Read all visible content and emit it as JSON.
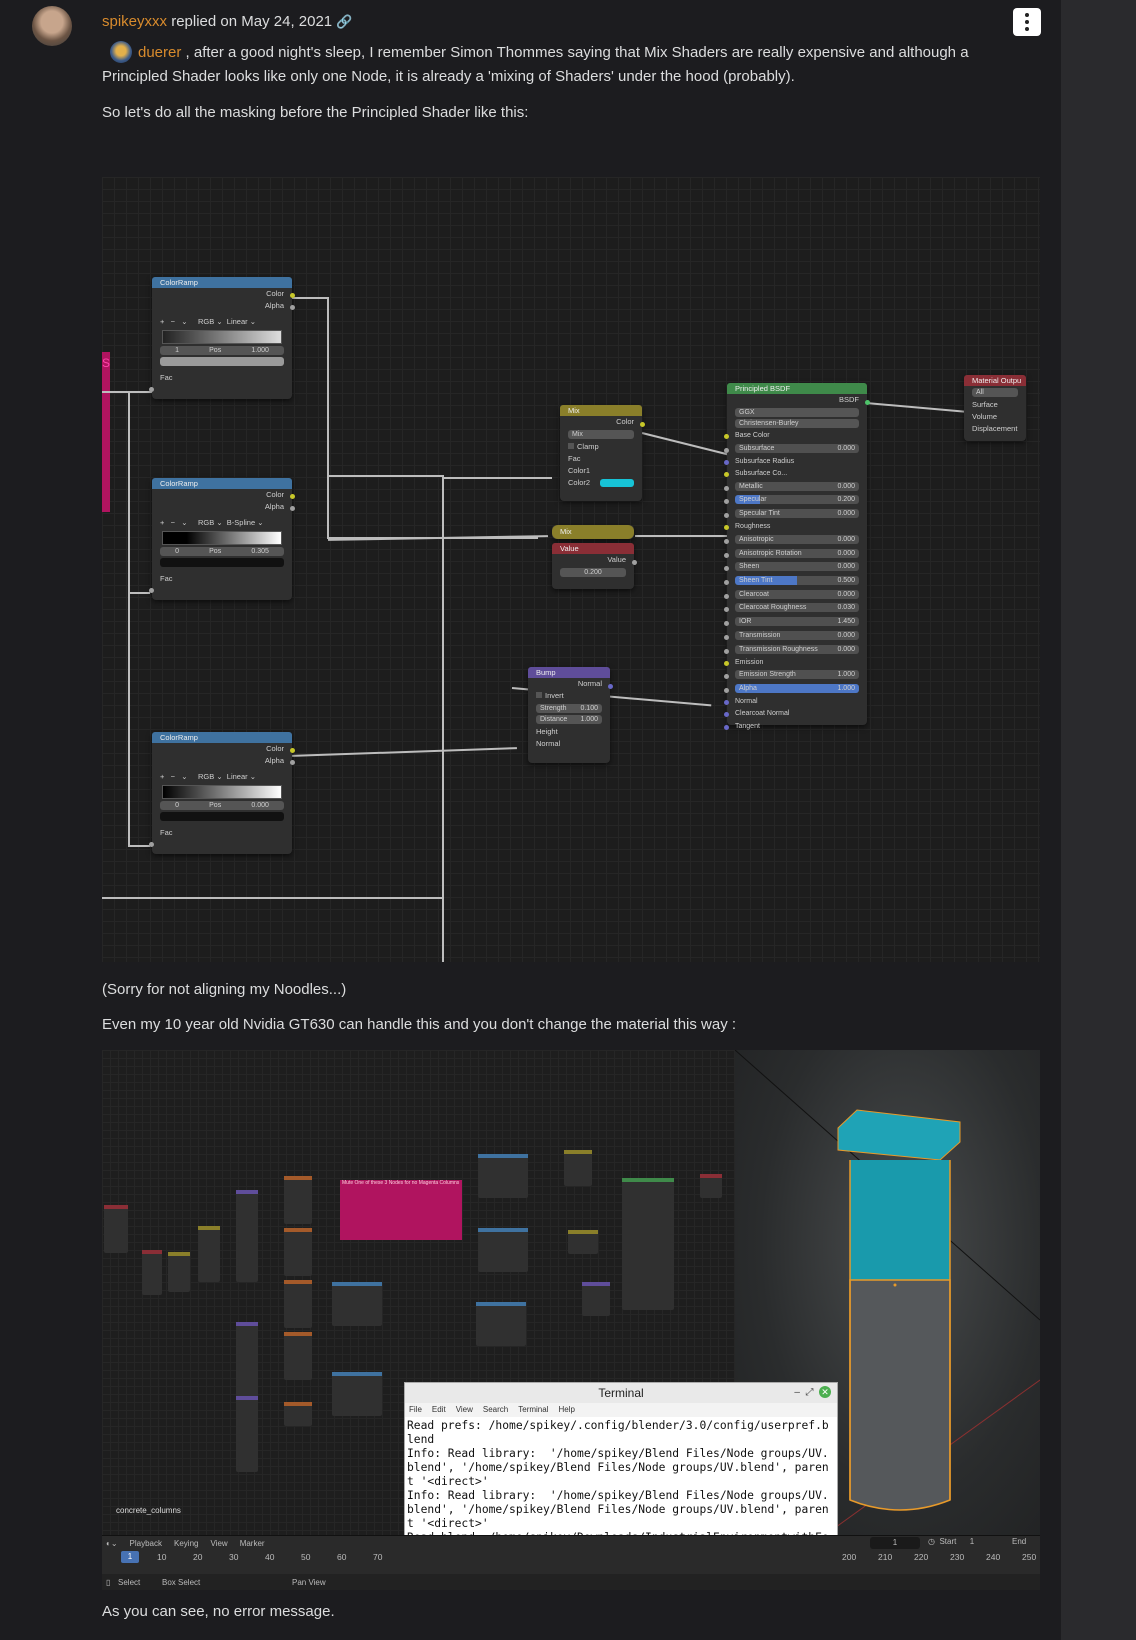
{
  "post": {
    "username": "spikeyxxx",
    "replied_text": "replied on May 24, 2021",
    "link_icon": "link-icon",
    "menu_icon": "kebab-menu-icon"
  },
  "paragraphs": {
    "p1_mention": "duerer",
    "p1_text": ", after a good night's sleep, I remember Simon Thommes saying that Mix Shaders are really expensive and although a Principled Shader looks like only one Node, it is already a  'mixing of Shaders' under the hood (probably).",
    "p2": "So let's do all the masking before the Principled Shader like this:",
    "p3": "(Sorry for not aligning my Noodles...)",
    "p4": "Even my 10  year old Nvidia  GT630  can handle this and you don't change the material this way :",
    "p5": "As you can see, no error message."
  },
  "node_editor": {
    "colorramp1": {
      "title": "ColorRamp",
      "out_color": "Color",
      "out_alpha": "Alpha",
      "mode": "RGB",
      "interp": "Linear",
      "index": "1",
      "pos_label": "Pos",
      "pos": "1.000",
      "fac": "Fac"
    },
    "colorramp2": {
      "title": "ColorRamp",
      "out_color": "Color",
      "out_alpha": "Alpha",
      "mode": "RGB",
      "interp": "B-Spline",
      "index": "0",
      "pos_label": "Pos",
      "pos": "0.305",
      "fac": "Fac"
    },
    "colorramp3": {
      "title": "ColorRamp",
      "out_color": "Color",
      "out_alpha": "Alpha",
      "mode": "RGB",
      "interp": "Linear",
      "index": "0",
      "pos_label": "Pos",
      "pos": "0.000",
      "fac": "Fac"
    },
    "mix1": {
      "title": "Mix",
      "out": "Color",
      "blend": "Mix",
      "clamp": "Clamp",
      "fac": "Fac",
      "color1": "Color1",
      "color2": "Color2"
    },
    "mix2": {
      "title": "Mix"
    },
    "value": {
      "title": "Value",
      "out": "Value",
      "val": "0.200"
    },
    "bump": {
      "title": "Bump",
      "out": "Normal",
      "invert": "Invert",
      "strength_label": "Strength",
      "strength": "0.100",
      "distance_label": "Distance",
      "distance": "1.000",
      "height": "Height",
      "normal": "Normal"
    },
    "principled": {
      "title": "Principled BSDF",
      "out": "BSDF",
      "dist": "GGX",
      "ss_method": "Christensen-Burley",
      "rows": [
        {
          "label": "Base Color",
          "value": ""
        },
        {
          "label": "Subsurface",
          "value": "0.000"
        },
        {
          "label": "Subsurface Radius",
          "value": ""
        },
        {
          "label": "Subsurface Co...",
          "value": ""
        },
        {
          "label": "Metallic",
          "value": "0.000"
        },
        {
          "label": "Specular",
          "value": "0.200"
        },
        {
          "label": "Specular Tint",
          "value": "0.000"
        },
        {
          "label": "Roughness",
          "value": ""
        },
        {
          "label": "Anisotropic",
          "value": "0.000"
        },
        {
          "label": "Anisotropic Rotation",
          "value": "0.000"
        },
        {
          "label": "Sheen",
          "value": "0.000"
        },
        {
          "label": "Sheen Tint",
          "value": "0.500"
        },
        {
          "label": "Clearcoat",
          "value": "0.000"
        },
        {
          "label": "Clearcoat Roughness",
          "value": "0.030"
        },
        {
          "label": "IOR",
          "value": "1.450"
        },
        {
          "label": "Transmission",
          "value": "0.000"
        },
        {
          "label": "Transmission Roughness",
          "value": "0.000"
        },
        {
          "label": "Emission",
          "value": ""
        },
        {
          "label": "Emission Strength",
          "value": "1.000"
        },
        {
          "label": "Alpha",
          "value": "1.000"
        },
        {
          "label": "Normal",
          "value": ""
        },
        {
          "label": "Clearcoat Normal",
          "value": ""
        },
        {
          "label": "Tangent",
          "value": ""
        }
      ]
    },
    "output": {
      "title": "Material Outpu",
      "target": "All",
      "surface": "Surface",
      "volume": "Volume",
      "displacement": "Displacement"
    },
    "frame_letter": "S"
  },
  "screenshot2": {
    "frame_label": "Mute One of these 3 Nodes for no Magenta Columns",
    "caption": "concrete_columns",
    "terminal": {
      "title": "Terminal",
      "menu": [
        "File",
        "Edit",
        "View",
        "Search",
        "Terminal",
        "Help"
      ],
      "text": "Read prefs: /home/spikey/.config/blender/3.0/config/userpref.blend\nInfo: Read library:  '/home/spikey/Blend Files/Node groups/UV.blend', '/home/spikey/Blend Files/Node groups/UV.blend', parent '<direct>'\nInfo: Read library:  '/home/spikey/Blend Files/Node groups/UV.blend', '/home/spikey/Blend Files/Node groups/UV.blend', parent '<direct>'\nRead blend: /home/spikey/Downloads/IndustrialEnvironmentwithEevee_ColumnsProceduralShadingColorStrip_MagentaTextureErrorProblemSolving_23May2021_334B.blend"
    },
    "timeline": {
      "menus": [
        "Playback",
        "Keying",
        "View",
        "Marker"
      ],
      "current_frame": "1",
      "numbers_left": [
        "10",
        "20",
        "30",
        "40",
        "50",
        "60",
        "70"
      ],
      "numbers_right": [
        "200",
        "210",
        "220",
        "230",
        "240",
        "250"
      ],
      "frame_field": "1",
      "start_label": "Start",
      "start": "1",
      "end_label": "End",
      "status": [
        "Select",
        "Box Select",
        "Pan View"
      ]
    }
  }
}
